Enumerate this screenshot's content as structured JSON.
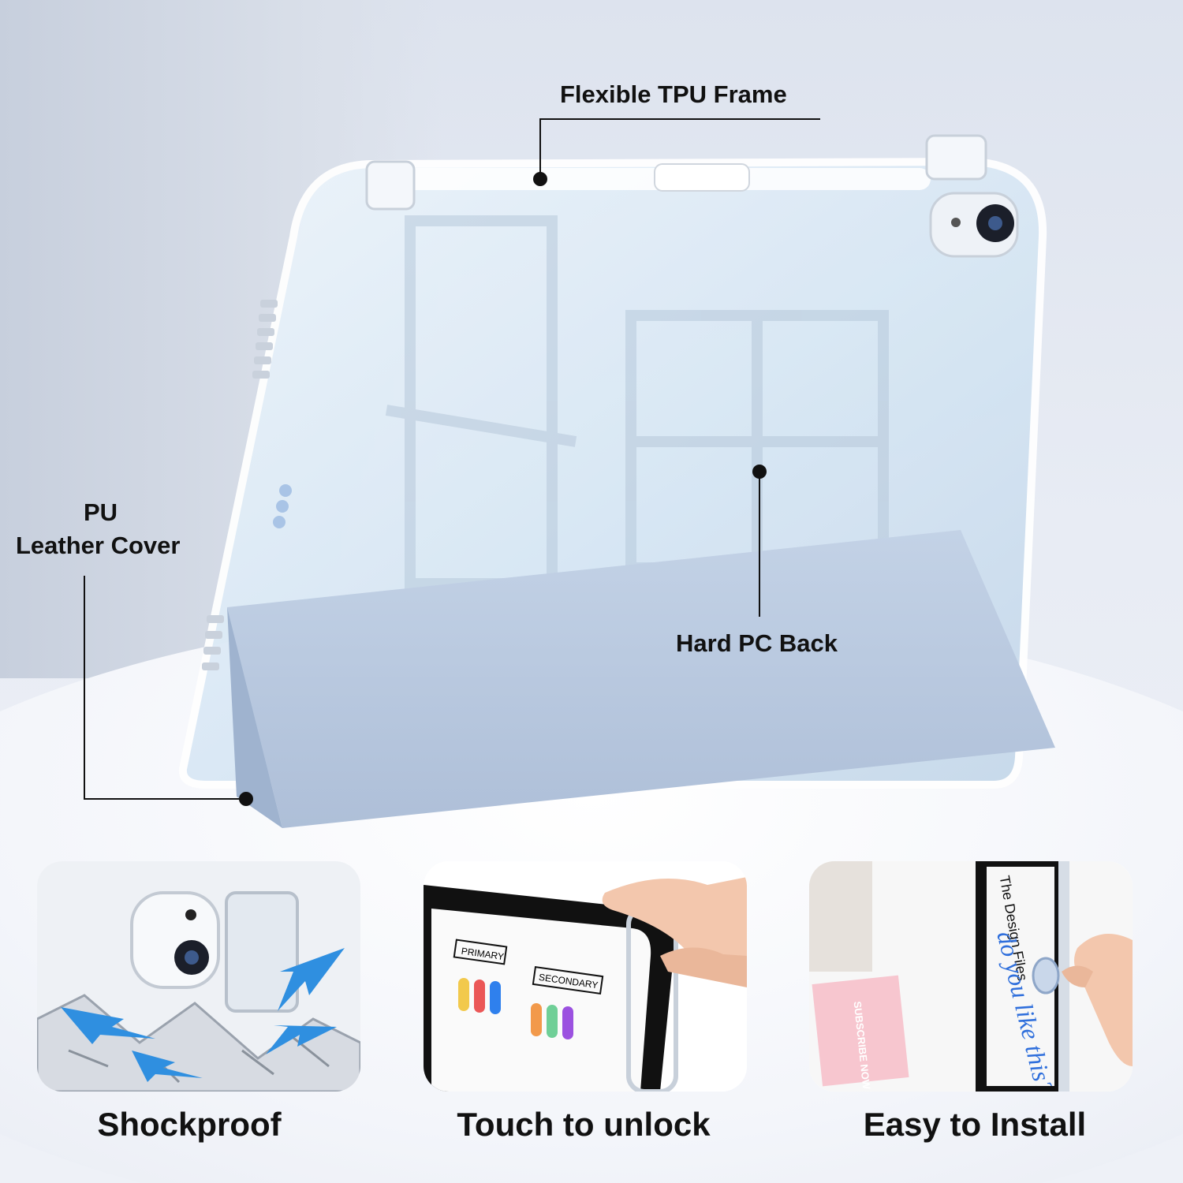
{
  "callouts": {
    "tpu_frame": "Flexible TPU Frame",
    "pu_cover_line1": "PU",
    "pu_cover_line2": "Leather Cover",
    "pc_back": "Hard PC Back"
  },
  "features": [
    {
      "label": "Shockproof",
      "icon": "shockproof-arrows-icon"
    },
    {
      "label": "Touch to unlock",
      "icon": "finger-touch-icon"
    },
    {
      "label": "Easy to Install",
      "icon": "hand-install-icon"
    }
  ],
  "thumb_texts": {
    "primary": "PRIMARY",
    "secondary": "SECONDARY",
    "design_files": "The Design Files",
    "handwriting": "do you like this?",
    "subscribe": "SUBSCRIBE NOW"
  },
  "colors": {
    "cover_blue": "#b9c9e0",
    "background": "#e3e8f1"
  }
}
